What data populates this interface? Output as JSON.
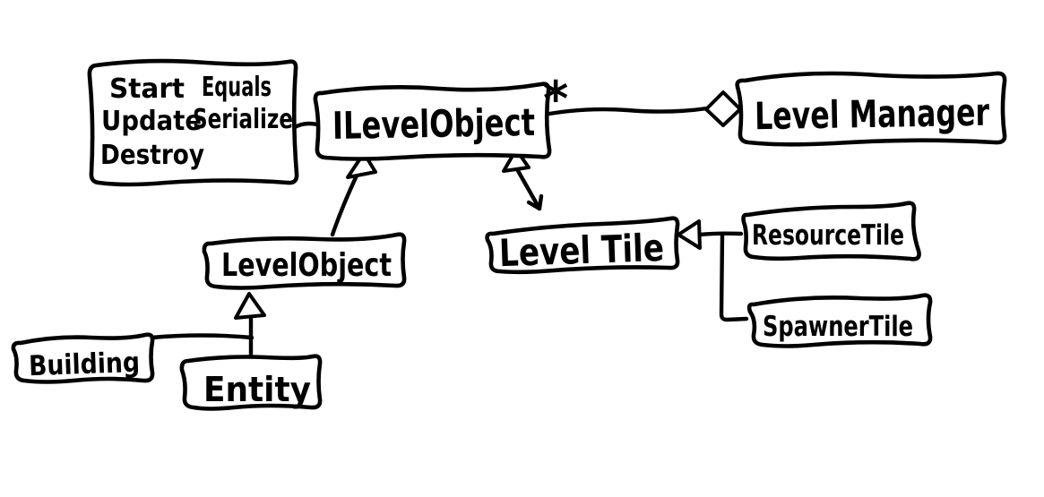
{
  "diagram": {
    "background_color": "#ffffff",
    "ink_color": "#000000",
    "style": "hand-drawn UML class diagram",
    "nodes": {
      "methods_note": {
        "left": [
          "Start",
          "Update",
          "Destroy"
        ],
        "right": [
          "Equals",
          "Serialize"
        ]
      },
      "ilevel_object": {
        "label": "ILevelObject",
        "multiplicity": "*"
      },
      "level_manager": {
        "label": "Level Manager"
      },
      "level_object": {
        "label": "LevelObject"
      },
      "level_tile": {
        "label": "Level Tile"
      },
      "resource_tile": {
        "label": "ResourceTile"
      },
      "spawner_tile": {
        "label": "SpawnerTile"
      },
      "building": {
        "label": "Building"
      },
      "entity": {
        "label": "Entity"
      }
    },
    "relationships": [
      {
        "from": "ILevelObject",
        "to": "LevelManager",
        "type": "aggregation",
        "multiplicity": "*"
      },
      {
        "from": "LevelObject",
        "to": "ILevelObject",
        "type": "inheritance"
      },
      {
        "from": "LevelTile",
        "to": "ILevelObject",
        "type": "inheritance"
      },
      {
        "from": "ResourceTile",
        "to": "LevelTile",
        "type": "inheritance"
      },
      {
        "from": "SpawnerTile",
        "to": "LevelTile",
        "type": "inheritance"
      },
      {
        "from": "Building",
        "to": "LevelObject",
        "type": "inheritance"
      },
      {
        "from": "Entity",
        "to": "LevelObject",
        "type": "inheritance"
      },
      {
        "from": "methods_note",
        "to": "ILevelObject",
        "type": "note-link"
      }
    ]
  }
}
